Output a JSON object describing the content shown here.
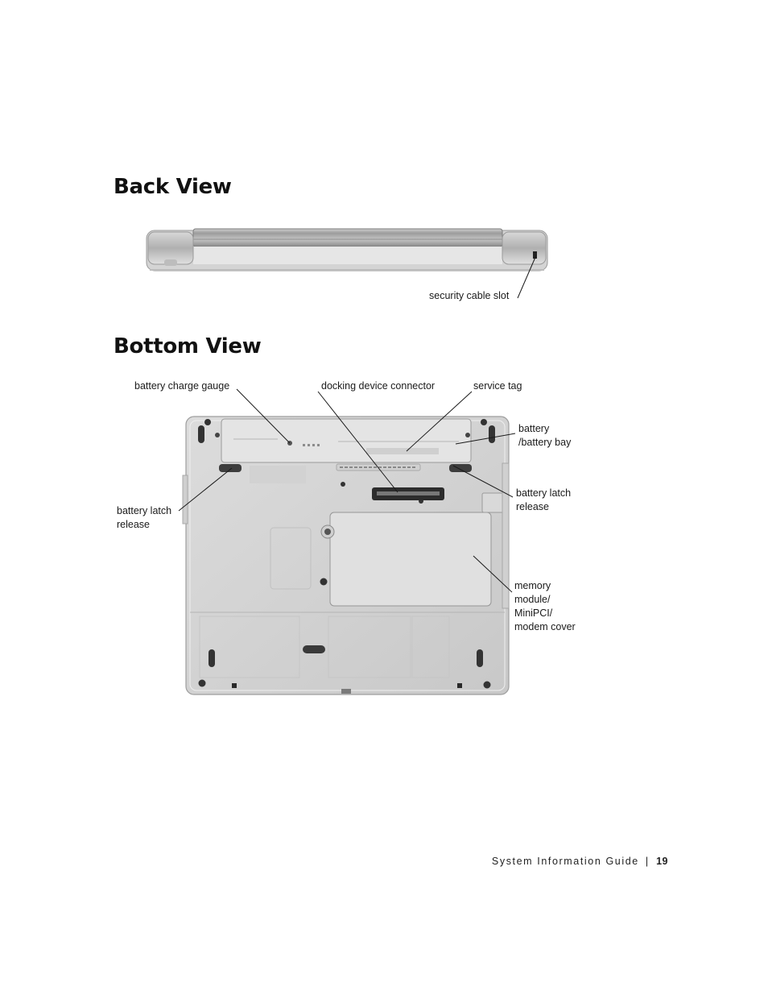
{
  "sections": {
    "back_view": {
      "title": "Back View",
      "callouts": {
        "security_cable_slot": "security cable slot"
      }
    },
    "bottom_view": {
      "title": "Bottom View",
      "callouts": {
        "battery_charge_gauge": "battery charge gauge",
        "docking_device_connector": "docking device connector",
        "service_tag": "service tag",
        "battery_bay_1": "battery",
        "battery_bay_2": "/battery bay",
        "battery_latch_left_1": "battery latch",
        "battery_latch_left_2": "release",
        "battery_latch_right_1": "battery latch",
        "battery_latch_right_2": "release",
        "memory_cover_1": "memory",
        "memory_cover_2": "module/",
        "memory_cover_3": "MiniPCI/",
        "memory_cover_4": "modem cover"
      }
    }
  },
  "footer": {
    "guide_title": "System Information Guide",
    "separator": "|",
    "page_number": "19"
  }
}
